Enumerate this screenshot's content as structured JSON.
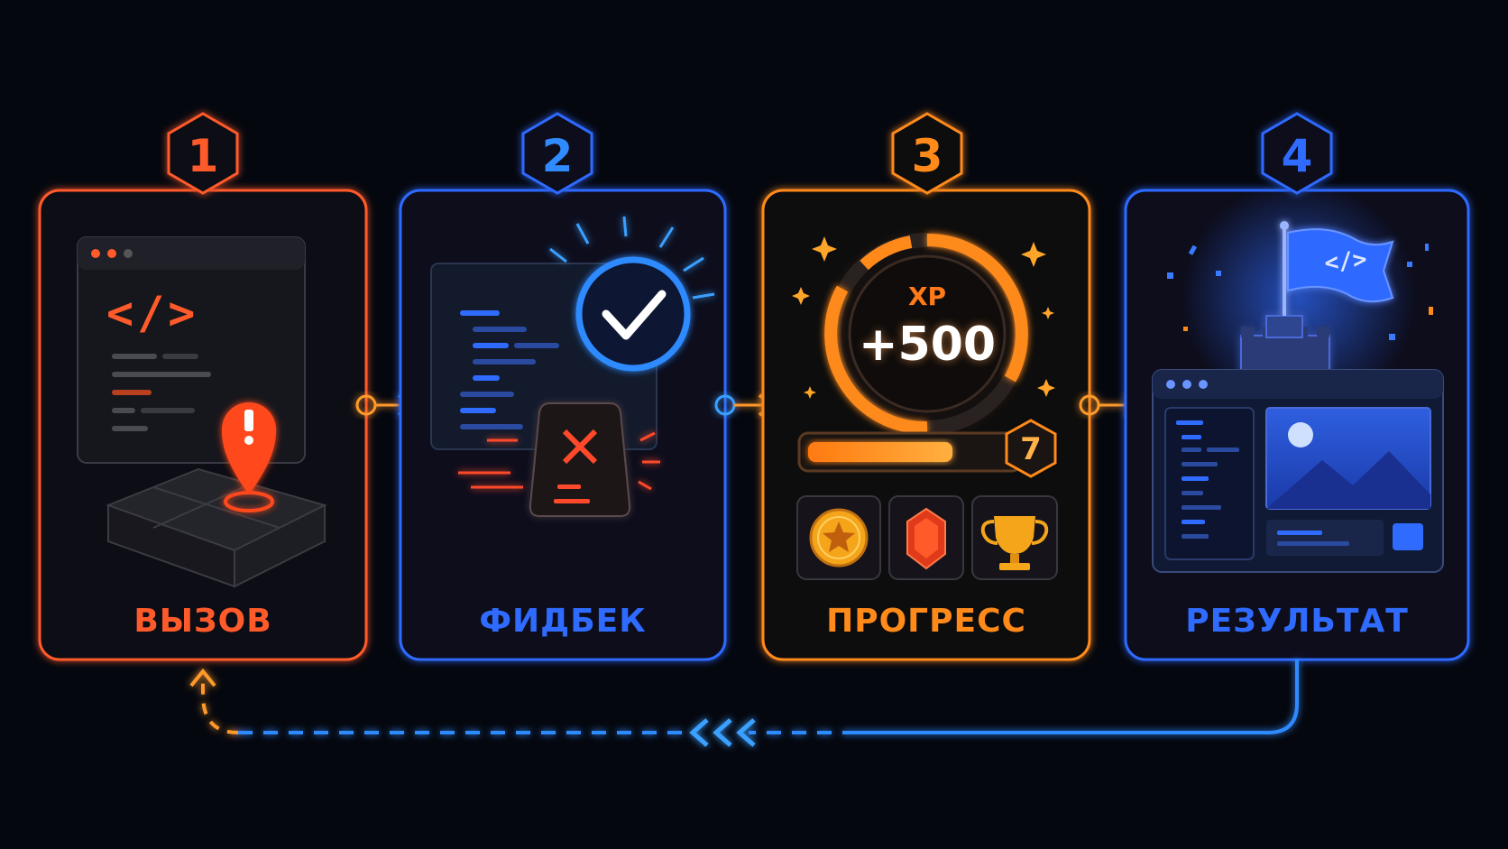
{
  "steps": [
    {
      "number": "1",
      "label": "ВЫЗОВ",
      "color": "#ff5a2a"
    },
    {
      "number": "2",
      "label": "ФИДБЕК",
      "color": "#2f6bff"
    },
    {
      "number": "3",
      "label": "ПРОГРЕСС",
      "color": "#ff8a1a"
    },
    {
      "number": "4",
      "label": "РЕЗУЛЬТАТ",
      "color": "#2f6bff"
    }
  ],
  "challenge": {
    "code_symbol": "</>",
    "icon": "alert-pin-icon"
  },
  "feedback": {
    "icons": [
      "check-circle-icon",
      "error-x-icon"
    ]
  },
  "progress": {
    "xp_label": "XP",
    "xp_value": "+500",
    "level": "7",
    "bar_fill": 0.72,
    "rewards": [
      "star-coin-icon",
      "gem-icon",
      "trophy-icon"
    ]
  },
  "result": {
    "flag_symbol": "</>",
    "icons": [
      "castle-flag-icon",
      "image-icon"
    ]
  },
  "colors": {
    "orange": "#ff8a1a",
    "red": "#ff5a2a",
    "blue": "#2f6bff",
    "background": "#05070f"
  }
}
